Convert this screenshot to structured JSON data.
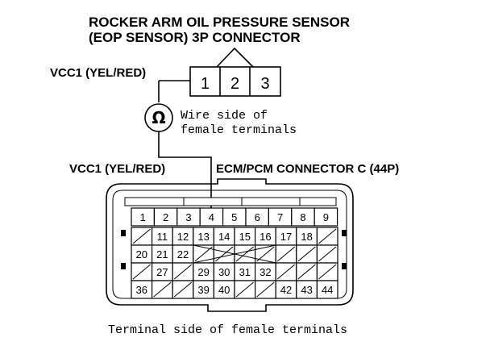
{
  "title_line1": "ROCKER ARM OIL PRESSURE SENSOR",
  "title_line2": "(EOP SENSOR) 3P CONNECTOR",
  "sensor_connector": {
    "wire_label": "VCC1 (YEL/RED)",
    "pins": [
      "1",
      "2",
      "3"
    ],
    "meter_symbol": "Ω",
    "note_line1": "Wire side of",
    "note_line2": "female terminals"
  },
  "ecm_connector": {
    "wire_label": "VCC1 (YEL/RED)",
    "title": "ECM/PCM CONNECTOR C (44P)",
    "rows": [
      [
        "1",
        "2",
        "3",
        "4",
        "5",
        "6",
        "7",
        "8",
        "9"
      ],
      [
        "",
        "11",
        "12",
        "13",
        "14",
        "15",
        "16",
        "17",
        "18",
        ""
      ],
      [
        "20",
        "21",
        "22",
        "",
        "",
        "",
        "",
        "",
        "",
        ""
      ],
      [
        "",
        "27",
        "",
        "29",
        "30",
        "31",
        "32",
        "",
        "",
        ""
      ],
      [
        "36",
        "",
        "",
        "39",
        "40",
        "",
        "",
        "42",
        "43",
        "44"
      ]
    ],
    "note": "Terminal side of female terminals"
  }
}
